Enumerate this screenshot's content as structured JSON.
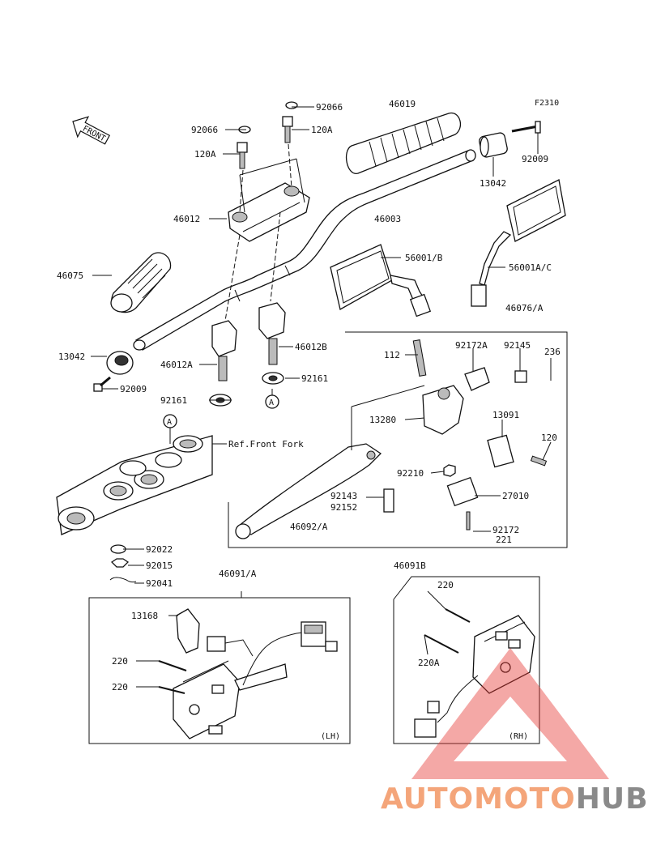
{
  "figure_code": "F2310",
  "front_arrow": "FRONT",
  "callouts": {
    "p92066_top": "92066",
    "p46019": "46019",
    "p92066_l": "92066",
    "p120A_r": "120A",
    "p120A_l": "120A",
    "p46012": "46012",
    "p46003": "46003",
    "p13042_r": "13042",
    "p92009_r": "92009",
    "p56001B": "56001/B",
    "p56001AC": "56001A/C",
    "p46075": "46075",
    "p46076A": "46076/A",
    "p13042_l": "13042",
    "p92009_l": "92009",
    "p46012A": "46012A",
    "p46012B": "46012B",
    "p92161_r": "92161",
    "p92161_l": "92161",
    "p112": "112",
    "p92172A": "92172A",
    "p92145": "92145",
    "p236": "236",
    "p13280": "13280",
    "p13091": "13091",
    "p120": "120",
    "p92210": "92210",
    "p92143": "92143",
    "p92152": "92152",
    "p27010": "27010",
    "p46092A": "46092/A",
    "p92172": "92172",
    "p221": "221",
    "refFork": "Ref.Front Fork",
    "markA_top": "A",
    "markA_mid": "A",
    "p92022": "92022",
    "p92015": "92015",
    "p92041": "92041",
    "p46091A": "46091/A",
    "p46091B": "46091B",
    "p13168": "13168",
    "p220_a": "220",
    "p220_b": "220",
    "p220_rh": "220",
    "p220A": "220A",
    "lh": "(LH)",
    "rh": "(RH)"
  },
  "watermark": {
    "text_a": "AUTOMOTO",
    "text_b": "HUB",
    "color_a": "#f4a57a",
    "color_b": "#8a8a8a",
    "triangle_color": "#e53935"
  }
}
